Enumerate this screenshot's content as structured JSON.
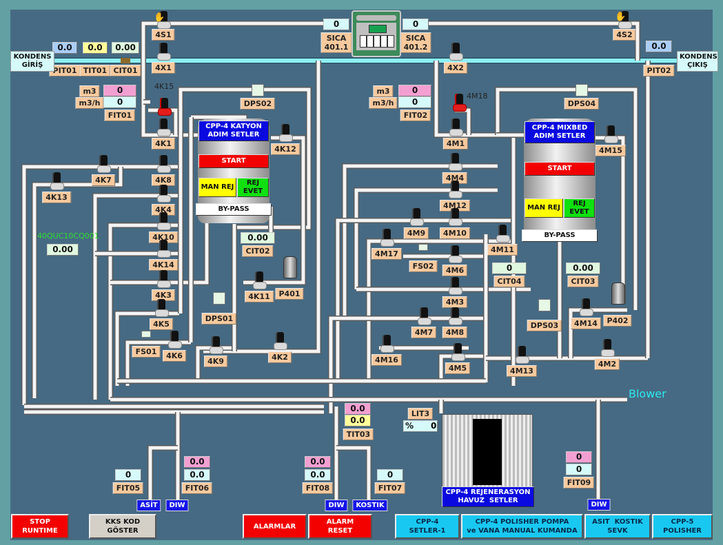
{
  "inlet": {
    "title": "KONDENS\nGİRİŞ",
    "pit01": {
      "label": "PIT01",
      "value": "0.0"
    },
    "tit01": {
      "label": "TIT01",
      "value": "0.0"
    },
    "cit01": {
      "label": "CIT01",
      "value": "0.00"
    }
  },
  "outlet": {
    "title": "KONDENS\nÇIKIŞ",
    "pit02": {
      "label": "PIT02",
      "value": "0.0"
    }
  },
  "sica1": {
    "label": "SICA\n401.1",
    "value": "0"
  },
  "sica2": {
    "label": "SICA\n401.2",
    "value": "0"
  },
  "fit01": {
    "label": "FIT01",
    "unit_total": "m3",
    "total": "0",
    "unit_rate": "m3/h",
    "rate": "0"
  },
  "fit02": {
    "label": "FIT02",
    "unit_total": "m3",
    "total": "0",
    "unit_rate": "m3/h",
    "rate": "0"
  },
  "valves": [
    "4S1",
    "4S2",
    "4X1",
    "4X2",
    "4K1",
    "4K12",
    "4K7",
    "4K8",
    "4K13",
    "4K4",
    "4K10",
    "4K14",
    "4K3",
    "4K5",
    "4K6",
    "4K9",
    "4K2",
    "4K11",
    "4M1",
    "4M15",
    "4M4",
    "4M12",
    "4M9",
    "4M10",
    "4M17",
    "4M11",
    "4M6",
    "4M3",
    "4M14",
    "4M7",
    "4M8",
    "4M16",
    "4M5",
    "4M13",
    "4M2"
  ],
  "red_valves": {
    "k15": "4K15",
    "m18": "4M18"
  },
  "sensors": {
    "dps01": "DPS01",
    "dps02": "DPS02",
    "dps03": "DPS03",
    "dps04": "DPS04",
    "fs01": "FS01",
    "fs02": "FS02"
  },
  "pumps": {
    "p401": "P401",
    "p402": "P402"
  },
  "analyzers": {
    "cit02": {
      "label": "CIT02",
      "value": "0.00"
    },
    "cit03": {
      "label": "CIT03",
      "value": "0.00"
    },
    "cit04": {
      "label": "CIT04",
      "value": "0"
    },
    "kks": {
      "label": "40QUC10CQ001",
      "value": "0.00"
    }
  },
  "katyon": {
    "title": "CPP-4 KATYON\nADIM SETLER",
    "start": "START",
    "man_rej": "MAN REJ",
    "rej_evet": "REJ\nEVET",
    "bypass": "BY-PASS"
  },
  "mixbed": {
    "title": "CPP-4 MIXBED\nADIM SETLER",
    "start": "START",
    "man_rej": "MAN REJ",
    "rej_evet": "REJ\nEVET",
    "bypass": "BY-PASS"
  },
  "blower": "Blower",
  "tit03": {
    "label": "TIT03",
    "value1": "0.0",
    "value2": "0.0"
  },
  "lit3": {
    "label": "LIT3",
    "unit": "%",
    "value": "0"
  },
  "regen_tank": {
    "title": "CPP-4 REJENERASYON\nHAVUZ  SETLER"
  },
  "fit05": {
    "label": "FIT05",
    "value": "0"
  },
  "fit06": {
    "label": "FIT06",
    "value1": "0.0",
    "value2": "0.0"
  },
  "fit07": {
    "label": "FIT07",
    "value": "0"
  },
  "fit08": {
    "label": "FIT08",
    "value1": "0.0",
    "value2": "0.0"
  },
  "fit09": {
    "label": "FIT09",
    "value1": "0",
    "value2": "0"
  },
  "sources": {
    "asit": "ASİT",
    "diw1": "DIW",
    "diw2": "DIW",
    "kostik": "KOSTIK",
    "diw3": "DIW"
  },
  "buttons": {
    "stop_runtime": "STOP\nRUNTIME",
    "kks_kod": "KKS KOD\nGÖSTER",
    "alarmlar": "ALARMLAR",
    "alarm_reset": "ALARM\nRESET",
    "setler1": "CPP-4\nSETLER-1",
    "polisher_pompa": "CPP-4 POLISHER POMPA\nve VANA MANUAL KUMANDA",
    "asit_kostik": "ASIT  KOSTIK\nSEVK",
    "cpp5": "CPP-5\nPOLISHER"
  },
  "colors": {
    "panel": "#466a83",
    "frame": "#62a0a3",
    "main_line": "#8ef0f4",
    "alarm": "#f30000",
    "nav": "#19c8f0",
    "setpoint": "#1414e8"
  }
}
